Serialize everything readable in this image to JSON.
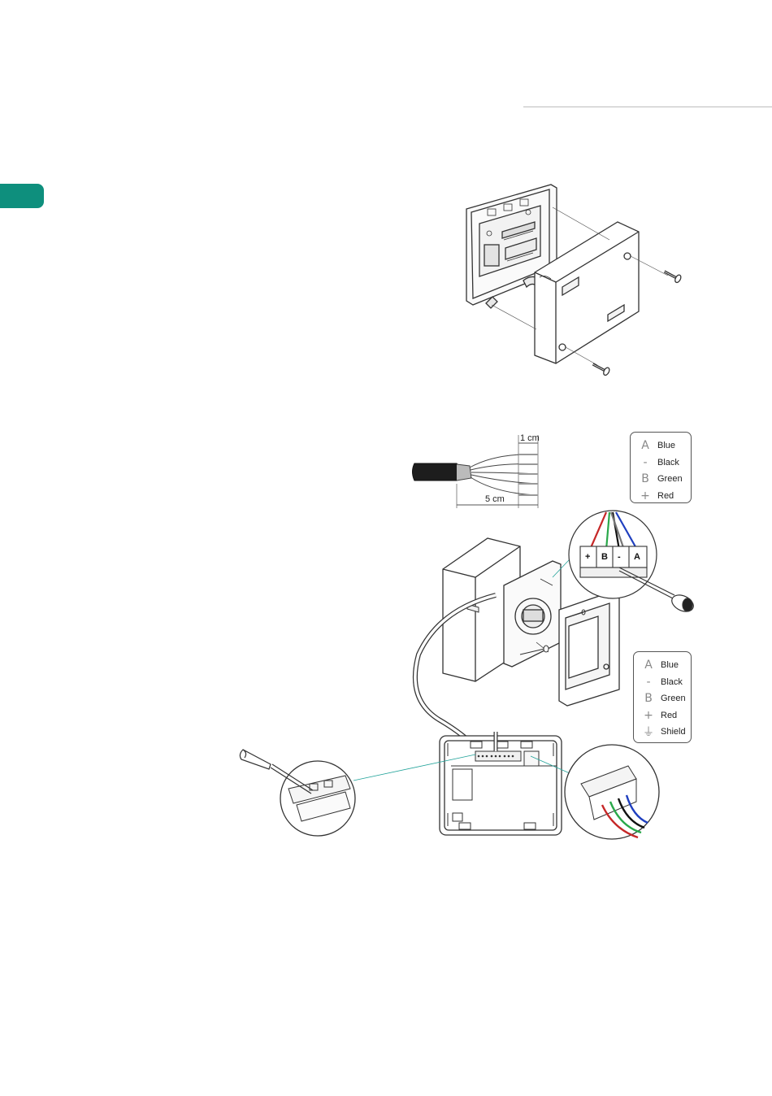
{
  "strip_diagram": {
    "dim_short": "1 cm",
    "dim_long": "5 cm"
  },
  "terminal_labels": [
    "+",
    "B",
    "-",
    "A"
  ],
  "legend_4": {
    "items": [
      {
        "symbol": "A",
        "label": "Blue"
      },
      {
        "symbol": "-",
        "label": "Black"
      },
      {
        "symbol": "B",
        "label": "Green"
      },
      {
        "symbol": "+",
        "label": "Red"
      }
    ]
  },
  "legend_5": {
    "items": [
      {
        "symbol": "A",
        "label": "Blue"
      },
      {
        "symbol": "-",
        "label": "Black"
      },
      {
        "symbol": "B",
        "label": "Green"
      },
      {
        "symbol": "+",
        "label": "Red"
      },
      {
        "symbol": "⏚",
        "label": "Shield"
      }
    ]
  },
  "colors": {
    "accent_tab": "#0e8f7d",
    "wire_blue": "#1f3fbf",
    "wire_black": "#111111",
    "wire_green": "#2aa84a",
    "wire_red": "#c62828",
    "leader_line": "#22a39a"
  }
}
